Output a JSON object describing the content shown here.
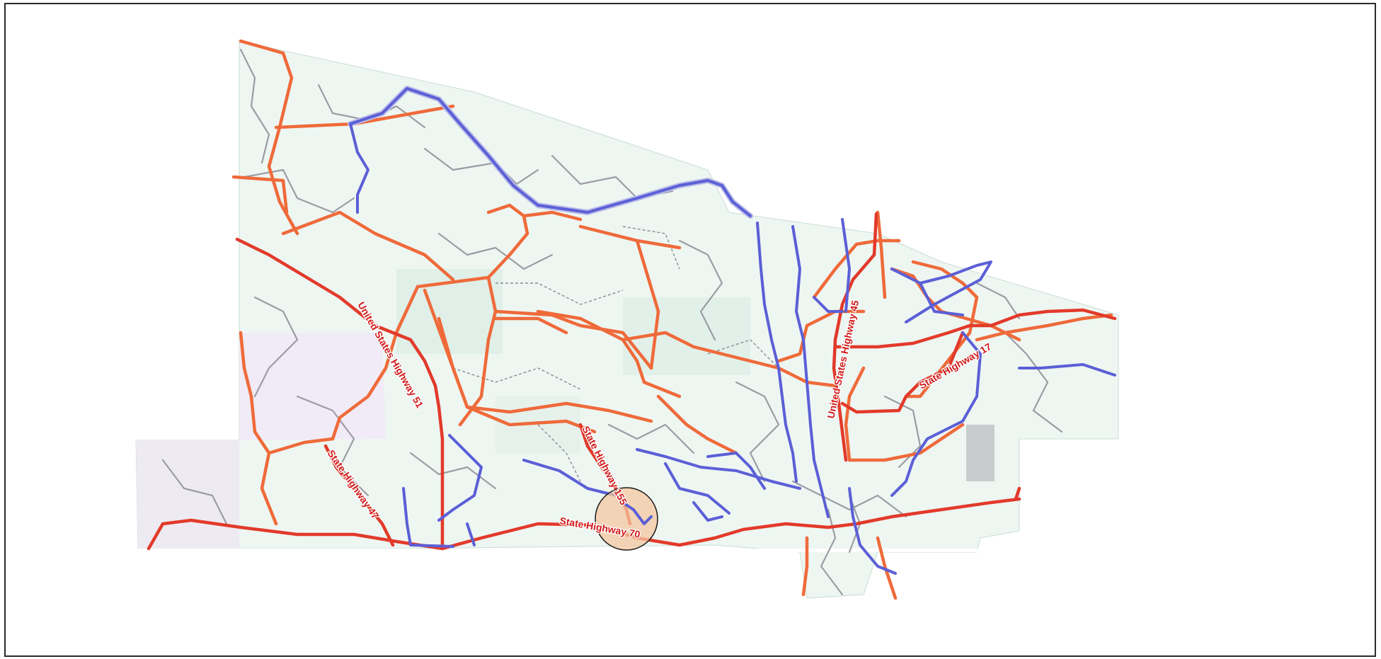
{
  "map": {
    "highway_labels": {
      "us51": "United States Highway 51",
      "us45": "United States Highway 45",
      "sh17": "State Highway 17",
      "sh47": "State Highway 47",
      "sh155": "State Highway 155",
      "sh70": "State Highway 70"
    },
    "colors": {
      "primary_highway": "#e23a2a",
      "secondary_highway": "#ef6a3a",
      "route_blue": "#5b5fd6",
      "local_road": "#9c9ca4",
      "land_green": "#e3f1ec",
      "land_lavender": "#efeaf5",
      "highlight_circle": "#f4c7a0"
    }
  }
}
